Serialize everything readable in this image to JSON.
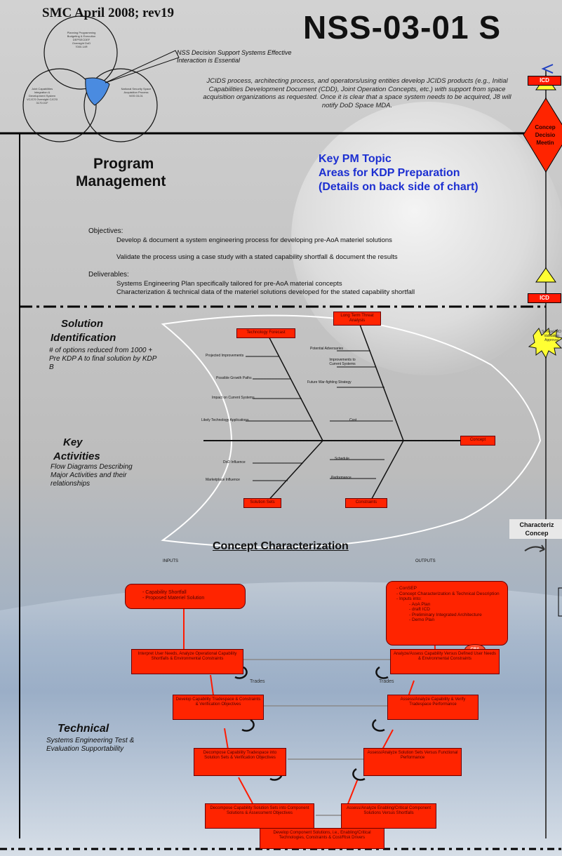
{
  "header": {
    "date_rev": "SMC April 2008; rev19",
    "doc_title": "NSS-03-01 S",
    "venn_circles": [
      {
        "text": "Planning Programming Budgeting & Execution DEPSECDEF Oversight DoD 7000.14R"
      },
      {
        "text": "Joint Capabilities Integration & Development System VCJCS Oversight CJCSI 3170.01F"
      },
      {
        "text": "National Security Space Acquisition Process NSS 03-01"
      }
    ],
    "callout": "NSS Decision Support Systems Effective Interaction is Essential",
    "jcids_text": "JCIDS process, architecting process, and operators/using entities develop JCIDS products (e.g., Initial Capabilities Development Document (CDD), Joint Operation Concepts, etc.) with support from space acquisition organizations as requested. Once it is clear that a space system needs to be acquired, J8 will notify DoD Space MDA."
  },
  "right_column": {
    "icd_top": "ICD",
    "concept_decision": "Concep Decisio Meetin",
    "icd_mid": "ICD",
    "service_validation": "Service/JRO Validation Approval",
    "characterize": "Characteriz Concep"
  },
  "program_management": {
    "title_line1": "Program",
    "title_line2": "Management",
    "kpm_title": "Key PM Topic\nAreas for KDP Preparation\n(Details on back side of chart)",
    "objectives_label": "Objectives:",
    "objectives": [
      "Develop & document a system engineering process for developing pre-AoA materiel solutions",
      "Validate the process using a case study with a stated capability shortfall & document the results"
    ],
    "deliverables_label": "Deliverables:",
    "deliverables": [
      "Systems Engineering Plan specifically tailored for pre-AoA material concepts",
      "Characterization & technical data of the materiel solutions developed for the stated capability shortfall"
    ]
  },
  "solution_identification": {
    "title_line1": "Solution",
    "title_line2": "Identification",
    "desc": "# of options reduced from 1000 + Pre KDP A to final solution by KDP B"
  },
  "key_activities": {
    "title_line1": "Key",
    "title_line2": "Activities",
    "desc": "Flow Diagrams Describing Major Activities and their relationships"
  },
  "fishbone": {
    "head": "Concept",
    "top_boxes": [
      "Technology Forecast",
      "Long Term Threat Analysis"
    ],
    "bottom_boxes": [
      "Solution Sets",
      "Constraints"
    ],
    "left_top_labels": [
      "Projected Improvements",
      "Possible Growth Paths",
      "Impact on Current Systems"
    ],
    "left_bottom_labels": [
      "Likely Technology Applications",
      "DoD Influence",
      "Marketplace Influence"
    ],
    "right_top_labels": [
      "Potential Adversaries",
      "Improvements to Current Systems",
      "Future War-fighting Strategy"
    ],
    "right_bottom_labels": [
      "Cost",
      "Schedule",
      "Performance"
    ]
  },
  "concept_characterization": {
    "title": "Concept Characterization",
    "inputs_label": "INPUTS",
    "outputs_label": "OUTPUTS",
    "input_box": [
      "- Capability Shortfall",
      "- Proposed Materiel Solution"
    ],
    "output_box": [
      "- ConSEP",
      "- Concept Characterization & Technical Description",
      "- Inputs into:",
      "- AoA Plan",
      "- draft ICD",
      "- Preliminary Integrated Architecture",
      "- Demo Plan"
    ],
    "cra_badge": "CRA",
    "trades_label": "Trades",
    "left_steps": [
      "Interpret User Needs, Analyze Operational Capability Shortfalls & Environmental Constraints",
      "Develop Capability Tradespace & Constraints & Verification Objectives",
      "Decompose Capability Tradespace into Solution Sets & Verification Objectives",
      "Decompose Capability Solution Sets into Component Solutions & Assessment Objectives"
    ],
    "right_steps": [
      "Analyze/Assess Capability Versus Defined User Needs & Environmental Constraints",
      "Assess/Analyze Capability & Verify Tradespace Performance",
      "Assess/Analyze Solution Sets Versus Functional Performance",
      "Assess/Analyze Enabling/Critical Component Solutions Versus Shortfalls"
    ],
    "bottom_step": "Develop Component Solutions, i.e., Enabling/Critical Technologies, Constraints & Cost/Risk Drivers"
  },
  "technical": {
    "title": "Technical",
    "desc": "Systems Engineering Test & Evaluation Supportability"
  }
}
